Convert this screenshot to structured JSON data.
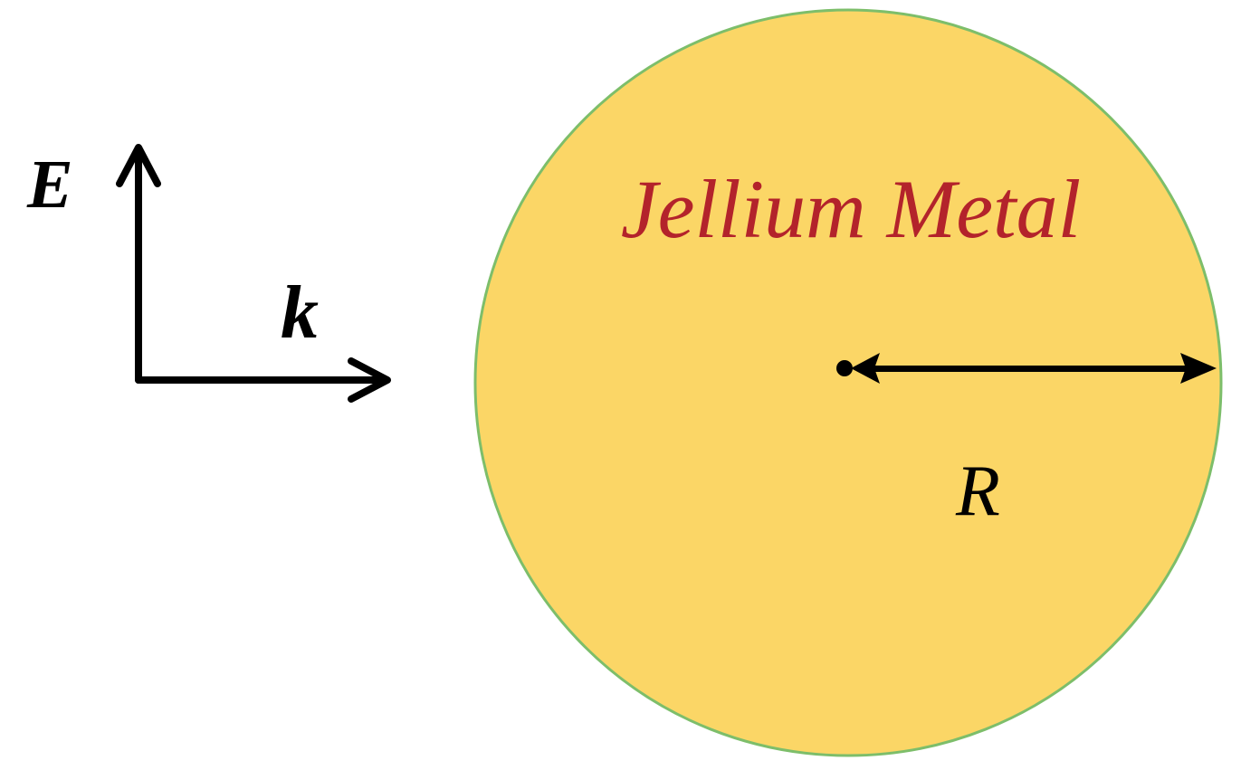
{
  "labels": {
    "field_e": "E",
    "wavevector_k": "k",
    "sphere_title": "Jellium Metal",
    "radius": "R"
  },
  "colors": {
    "sphere_fill": "#FBD666",
    "sphere_outline": "#7DBE6A",
    "title_text": "#B3232B",
    "arrows": "#000000",
    "labels": "#000000"
  },
  "icons": {
    "e_arrow": "arrow-up-icon",
    "k_arrow": "arrow-right-icon",
    "radius_arrow": "double-arrow-icon",
    "center_point": "dot-icon"
  }
}
